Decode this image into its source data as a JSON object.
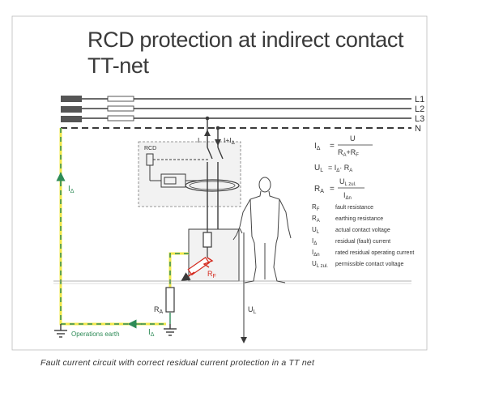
{
  "title_line1": "RCD protection at indirect contact",
  "title_line2": "TT-net",
  "caption": "Fault current circuit with correct residual current protection in a TT net",
  "lines": [
    "L1",
    "L2",
    "L3",
    "N"
  ],
  "rcd_label": "RCD",
  "i_label": "I",
  "i_plus_ia_label": "I+I",
  "i_sub": "Δ",
  "formulas": {
    "ia_lhs": "I",
    "ia_sub": "Δ",
    "ia_eq": "=",
    "ia_num": "U",
    "ia_den_a": "R",
    "ia_den_a_sub": "A",
    "ia_den_plus": "+R",
    "ia_den_f_sub": "F",
    "ul_lhs": "U",
    "ul_sub": "L",
    "ul_rhs": "= I",
    "ul_rhs_sub": "Δ",
    "ul_rhs_tail": "· R",
    "ul_rhs_tail_sub": "A",
    "ra_lhs": "R",
    "ra_sub": "A",
    "ra_eq": "=",
    "ra_num": "U",
    "ra_num_sub": "L zul.",
    "ra_den": "I",
    "ra_den_sub": "Δn"
  },
  "legend": [
    {
      "sym": "R",
      "sub": "F",
      "text": "fault resistance"
    },
    {
      "sym": "R",
      "sub": "A",
      "text": "earthing resistance"
    },
    {
      "sym": "U",
      "sub": "L",
      "text": "actual contact voltage"
    },
    {
      "sym": "I",
      "sub": "Δ",
      "text": "residual (fault) current"
    },
    {
      "sym": "I",
      "sub": "Δn",
      "text": "rated residual operating current"
    },
    {
      "sym": "U",
      "sub": "L zul.",
      "text": "permissible contact voltage"
    }
  ],
  "ia_left_label": "I",
  "ia_left_sub": "Δ",
  "ia_bottom_label": "I",
  "ia_bottom_sub": "Δ",
  "rf_label": "R",
  "rf_sub": "F",
  "ra_label": "R",
  "ra_sub2": "A",
  "ul_label": "U",
  "ul_sub2": "L",
  "operations_earth": "Operations earth",
  "colors": {
    "line": "#3a3a3a",
    "earth_yellow": "#f2e84a",
    "earth_green": "#2e8b57",
    "fault_red": "#d42a1e",
    "box_fill": "#f2f2f2"
  }
}
